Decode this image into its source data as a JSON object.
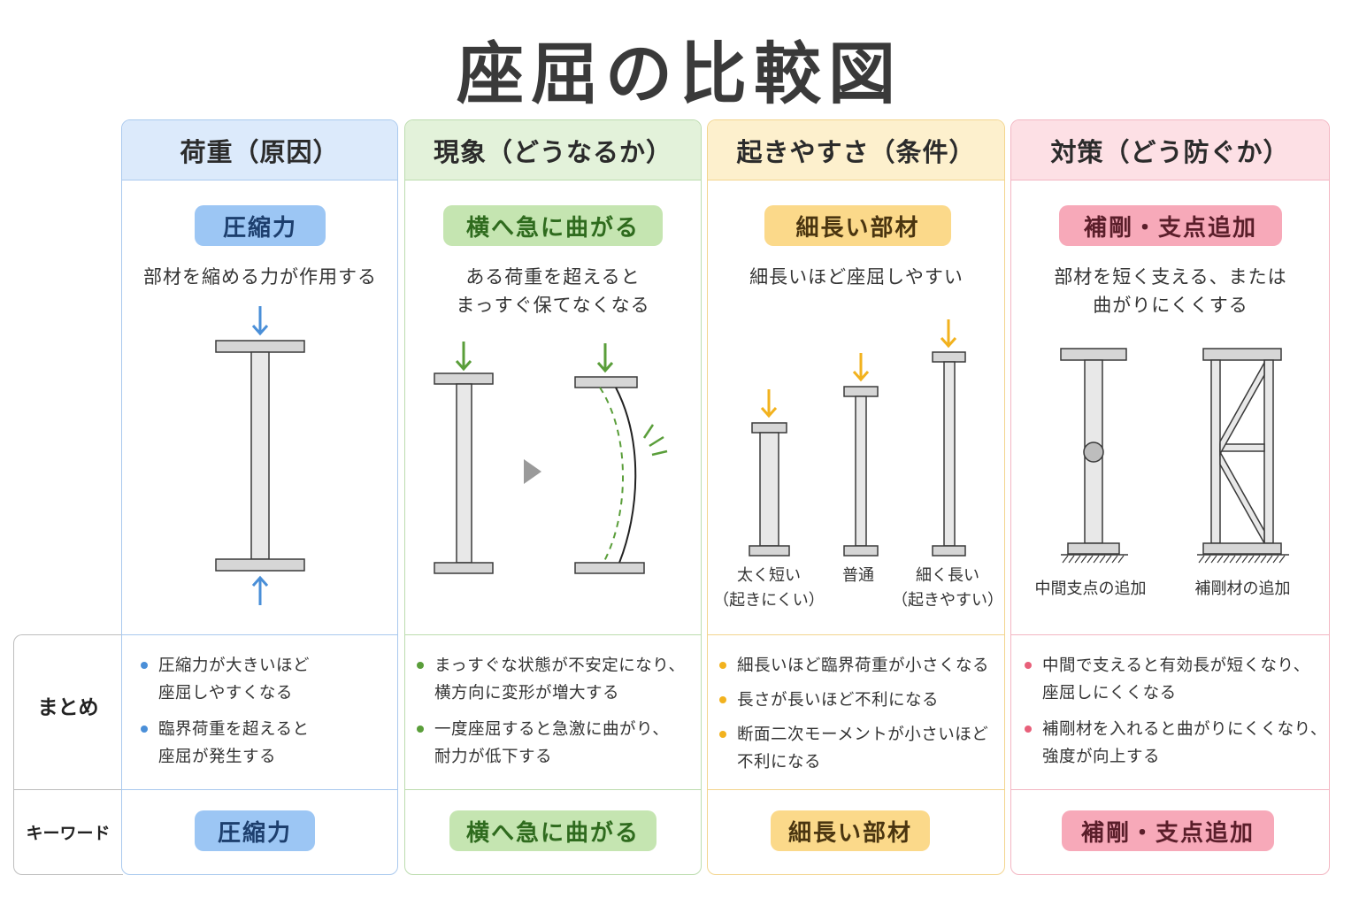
{
  "title": "座屈の比較図",
  "colors": {
    "blue": "#4a8fd8",
    "green": "#5a9e3a",
    "yellow": "#f2b21e",
    "pink": "#e8607a"
  },
  "columns": [
    {
      "header": "荷重（原因）",
      "keyword": "圧縮力",
      "description": "部材を縮める力が作用する",
      "summary": [
        "圧縮力が大きいほど\n座屈しやすくなる",
        "臨界荷重を超えると\n座屈が発生する"
      ]
    },
    {
      "header": "現象（どうなるか）",
      "keyword": "横へ急に曲がる",
      "description": "ある荷重を超えると\nまっすぐ保てなくなる",
      "summary": [
        "まっすぐな状態が不安定になり、\n横方向に変形が増大する",
        "一度座屈すると急激に曲がり、\n耐力が低下する"
      ]
    },
    {
      "header": "起きやすさ（条件）",
      "keyword": "細長い部材",
      "description": "細長いほど座屈しやすい",
      "summary": [
        "細長いほど臨界荷重が小さくなる",
        "長さが長いほど不利になる",
        "断面二次モーメントが小さいほど\n不利になる"
      ],
      "captions": [
        "太く短い\n（起きにくい）",
        "普通",
        "細く長い\n（起きやすい）"
      ]
    },
    {
      "header": "対策（どう防ぐか）",
      "keyword": "補剛・支点追加",
      "description": "部材を短く支える、または\n曲がりにくくする",
      "summary": [
        "中間で支えると有効長が短くなり、\n座屈しにくくなる",
        "補剛材を入れると曲がりにくくなり、\n強度が向上する"
      ],
      "captions": [
        "中間支点の追加",
        "補剛材の追加"
      ]
    }
  ],
  "rows": {
    "summary_label": "まとめ",
    "keyword_label": "キーワード"
  }
}
